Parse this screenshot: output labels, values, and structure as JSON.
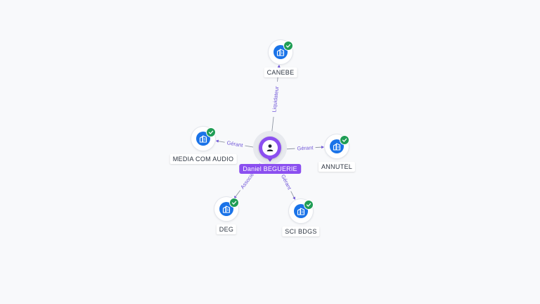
{
  "graph": {
    "center": {
      "name": "Daniel BEGUERIE",
      "icon": "person-icon"
    },
    "companies": [
      {
        "id": "canebe",
        "name": "CANEBE",
        "verified": true,
        "icon": "building-icon"
      },
      {
        "id": "media",
        "name": "MEDIA COM AUDIO",
        "verified": true,
        "icon": "building-icon"
      },
      {
        "id": "annutel",
        "name": "ANNUTEL",
        "verified": true,
        "icon": "building-icon"
      },
      {
        "id": "deg",
        "name": "DEG",
        "verified": true,
        "icon": "building-icon"
      },
      {
        "id": "scibdgs",
        "name": "SCI BDGS",
        "verified": true,
        "icon": "building-icon"
      }
    ],
    "edges": [
      {
        "to": "canebe",
        "label": "Liquidateur"
      },
      {
        "to": "media",
        "label": "Gérant"
      },
      {
        "to": "annutel",
        "label": "Gérant"
      },
      {
        "to": "deg",
        "label": "Associé"
      },
      {
        "to": "scibdgs",
        "label": "Gérant"
      }
    ]
  },
  "colors": {
    "person": "#8b4ff0",
    "company": "#1a73e8",
    "verified": "#1f9d55",
    "edge": "#8f96a3",
    "edge_label": "#6f55d8"
  }
}
